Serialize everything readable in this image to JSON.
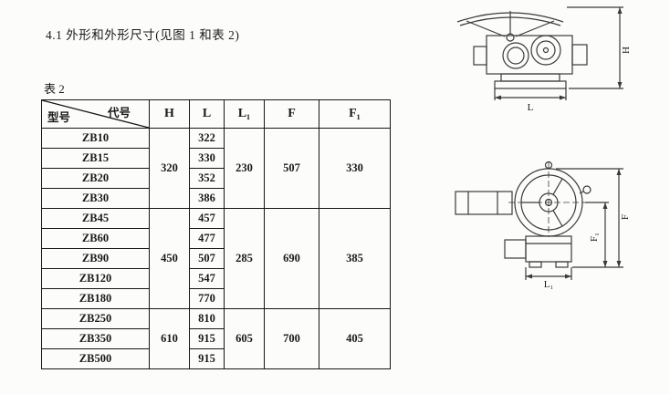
{
  "document": {
    "heading": "4.1 外形和外形尺寸(见图 1 和表 2)",
    "table_caption": "表 2"
  },
  "table": {
    "diagonal_header": {
      "bottom_left": "型号",
      "top_right": "代号"
    },
    "columns": [
      "H",
      "L",
      "L₁",
      "F",
      "F₁"
    ],
    "groups": [
      {
        "H": "320",
        "L1": "230",
        "F": "507",
        "F1": "330",
        "rows": [
          {
            "model": "ZB10",
            "L": "322"
          },
          {
            "model": "ZB15",
            "L": "330"
          },
          {
            "model": "ZB20",
            "L": "352"
          },
          {
            "model": "ZB30",
            "L": "386"
          }
        ]
      },
      {
        "H": "450",
        "L1": "285",
        "F": "690",
        "F1": "385",
        "rows": [
          {
            "model": "ZB45",
            "L": "457"
          },
          {
            "model": "ZB60",
            "L": "477"
          },
          {
            "model": "ZB90",
            "L": "507"
          },
          {
            "model": "ZB120",
            "L": "547"
          },
          {
            "model": "ZB180",
            "L": "770"
          }
        ]
      },
      {
        "H": "610",
        "L1": "605",
        "F": "700",
        "F1": "405",
        "rows": [
          {
            "model": "ZB250",
            "L": "810"
          },
          {
            "model": "ZB350",
            "L": "915"
          },
          {
            "model": "ZB500",
            "L": "915"
          }
        ]
      }
    ]
  },
  "figures": {
    "top_view": {
      "h_label": "H",
      "l_label": "L"
    },
    "front_view": {
      "f_label": "F",
      "f1_label": "F₁",
      "l1_label": "L₁"
    }
  }
}
